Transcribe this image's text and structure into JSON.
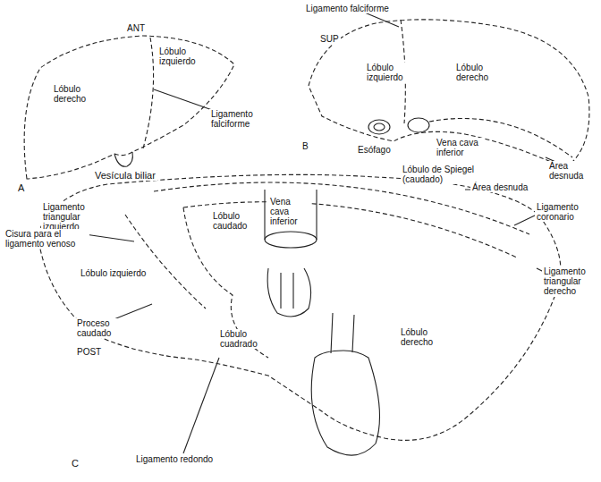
{
  "diagram": {
    "labels": [
      "ANT",
      "Lóbulo derecho",
      "Lóbulo izquierdo",
      "Ligamento falciforme",
      "Vesícula biliar",
      "A",
      "Ligamento falciforme",
      "SUP",
      "Lóbulo izquierdo",
      "Lóbulo derecho",
      "B",
      "Esófago",
      "Vena cava inferior",
      "Lóbulo de Spiegel (caudado)",
      "Área desnuda",
      "Área desnuda",
      "Ligamento triangular izquierdo",
      "Cisura para el ligamento venoso",
      "Lóbulo caudado",
      "Vena cava inferior",
      "Ligamento coronario",
      "Ligamento triangular derecho",
      "Lóbulo izquierdo",
      "Proceso caudado",
      "POST",
      "Lóbulo cuadrado",
      "Lóbulo derecho",
      "Ligamento redondo",
      "C"
    ]
  }
}
